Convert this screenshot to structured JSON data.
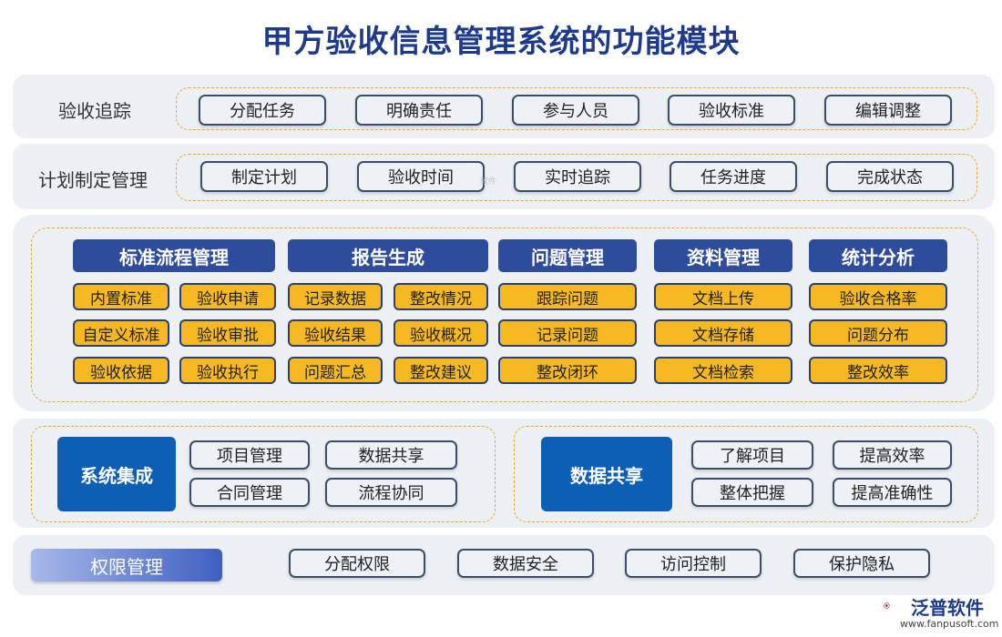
{
  "title": "甲方验收信息管理系统的功能模块",
  "tracking": {
    "label": "验收追踪",
    "items": [
      "分配任务",
      "明确责任",
      "参与人员",
      "验收标准",
      "编辑调整"
    ]
  },
  "planning": {
    "label": "计划制定管理",
    "items": [
      "制定计划",
      "验收时间",
      "实时追踪",
      "任务进度",
      "完成状态"
    ]
  },
  "watermark": "软件",
  "modules": [
    {
      "header": "标准流程管理",
      "items": [
        "内置标准",
        "验收申请",
        "自定义标准",
        "验收审批",
        "验收依据",
        "验收执行"
      ]
    },
    {
      "header": "报告生成",
      "items": [
        "记录数据",
        "整改情况",
        "验收结果",
        "验收概况",
        "问题汇总",
        "整改建议"
      ]
    },
    {
      "header": "问题管理",
      "items": [
        "跟踪问题",
        "记录问题",
        "整改闭环"
      ]
    },
    {
      "header": "资料管理",
      "items": [
        "文档上传",
        "文档存储",
        "文档检索"
      ]
    },
    {
      "header": "统计分析",
      "items": [
        "验收合格率",
        "问题分布",
        "整改效率"
      ]
    }
  ],
  "integration": {
    "label": "系统集成",
    "items": [
      "项目管理",
      "数据共享",
      "合同管理",
      "流程协同"
    ]
  },
  "sharing": {
    "label": "数据共享",
    "items": [
      "了解项目",
      "提高效率",
      "整体把握",
      "提高准确性"
    ]
  },
  "permission": {
    "label": "权限管理",
    "items": [
      "分配权限",
      "数据安全",
      "访问控制",
      "保护隐私"
    ]
  },
  "logo": {
    "name": "泛普软件",
    "url": "www.fanpusoft.com"
  }
}
